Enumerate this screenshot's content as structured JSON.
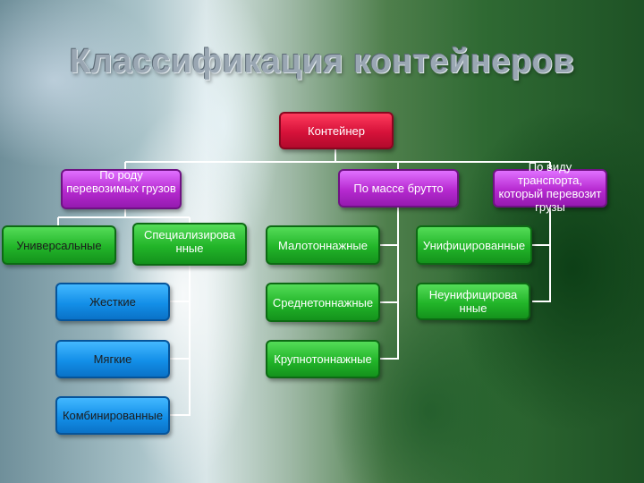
{
  "title": "Классификация контейнеров",
  "nodes": {
    "root": "Контейнер",
    "by_cargo": "По роду перевозимых грузов",
    "by_mass": "По массе брутто",
    "by_transport": "По виду транспорта, который перевозит грузы",
    "universal": "Универсальные",
    "specialized": "Специализирова нные",
    "rigid": "Жесткие",
    "soft": "Мягкие",
    "combined": "Комбинированные",
    "low_tonnage": "Малотоннажные",
    "mid_tonnage": "Среднетоннажные",
    "high_tonnage": "Крупнотоннажные",
    "unified": "Унифицированные",
    "non_unified": "Неунифицирова нные"
  },
  "colors": {
    "root": "#d6123a",
    "category": "#b62ad0",
    "green": "#22b529",
    "blue": "#138fe8",
    "connector": "#ffffff"
  }
}
